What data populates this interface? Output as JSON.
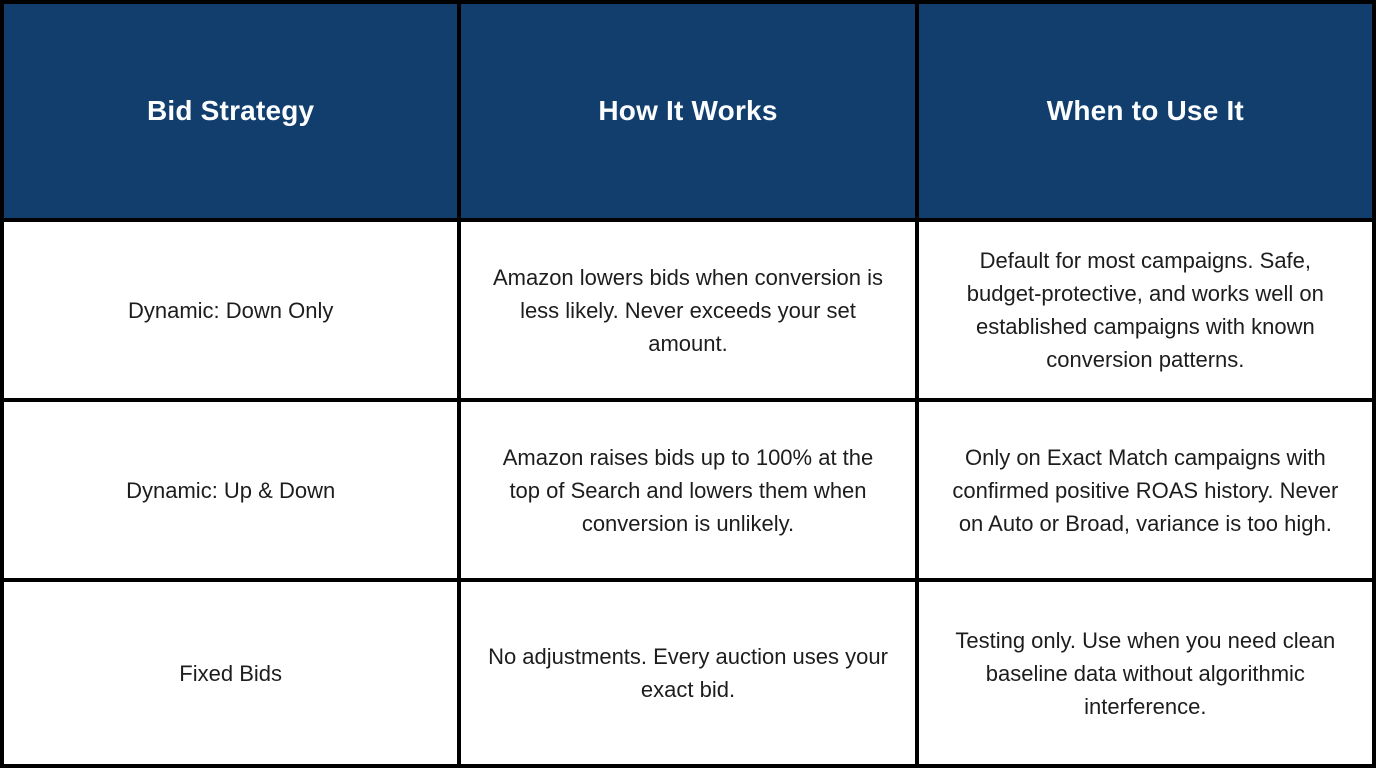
{
  "colors": {
    "header_background": "#123e6d",
    "header_text": "#fbfdff",
    "body_background": "#ffffff",
    "border": "#000000",
    "body_text": "#1d1d1d"
  },
  "table": {
    "columns": [
      {
        "label": "Bid Strategy"
      },
      {
        "label": "How It Works"
      },
      {
        "label": "When to Use It"
      }
    ],
    "rows": [
      {
        "strategy": "Dynamic: Down Only",
        "how_it_works": "Amazon lowers bids when conversion is less likely. Never exceeds your set amount.",
        "when_to_use": "Default for most campaigns. Safe, budget-protective, and works well on established campaigns with known conversion patterns."
      },
      {
        "strategy": "Dynamic: Up & Down",
        "how_it_works": "Amazon raises bids up to 100% at the top of Search and lowers them when conversion is unlikely.",
        "when_to_use": "Only on Exact Match campaigns with confirmed positive ROAS history. Never on Auto or Broad, variance is too high."
      },
      {
        "strategy": "Fixed Bids",
        "how_it_works": "No adjustments. Every auction uses your exact bid.",
        "when_to_use": "Testing only. Use when you need clean baseline data without algorithmic interference."
      }
    ]
  }
}
